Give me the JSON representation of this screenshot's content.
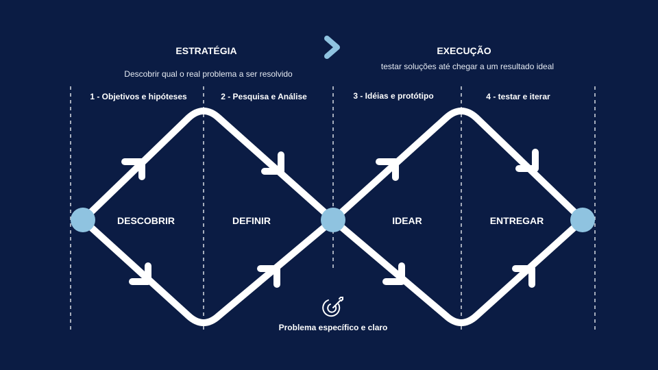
{
  "header": {
    "left_title": "ESTRATÉGIA",
    "left_subtitle": "Descobrir qual o real problema a ser resolvido",
    "right_title": "EXECUÇÃO",
    "right_subtitle": "testar soluções até chegar a um resultado ideal",
    "arrow_icon": "chevron-right-icon"
  },
  "steps": [
    {
      "label": "1 - Objetivos e hipóteses"
    },
    {
      "label": "2 - Pesquisa e Análise"
    },
    {
      "label": "3 - Idéias e protótipo"
    },
    {
      "label": "4 - testar e iterar"
    }
  ],
  "phases": [
    {
      "label": "DESCOBRIR"
    },
    {
      "label": "DEFINIR"
    },
    {
      "label": "IDEAR"
    },
    {
      "label": "ENTREGAR"
    }
  ],
  "center": {
    "label": "Problema específico e claro",
    "icon": "target-dart-icon"
  },
  "colors": {
    "background": "#0b1c44",
    "node": "#8fc3e0",
    "line": "#ffffff"
  }
}
